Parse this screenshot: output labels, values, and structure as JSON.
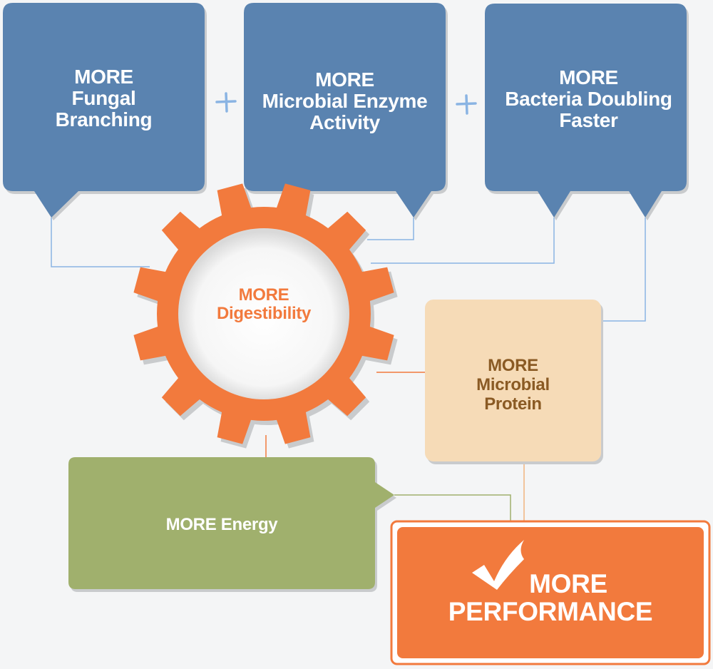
{
  "colors": {
    "background": "#f4f5f6",
    "blue_box": "#5a83b0",
    "connector_blue": "#8ab4e3",
    "plus": "#8ab4e3",
    "gear_orange": "#f27a3d",
    "gear_center": "#f7f7f7",
    "digestibility_text": "#f27a3d",
    "protein_box": "#f6dbb7",
    "protein_text": "#8a5a24",
    "energy_box": "#a0b06d",
    "performance_box": "#f27a3d",
    "shadow": "#c9cbcd"
  },
  "boxes": {
    "fungal": {
      "line1": "MORE",
      "line2": "Fungal",
      "line3": "Branching"
    },
    "enzyme": {
      "line1": "MORE",
      "line2": "Microbial Enzyme",
      "line3": "Activity"
    },
    "bacteria": {
      "line1": "MORE",
      "line2": "Bacteria Doubling",
      "line3": "Faster"
    },
    "digestibility": {
      "line1": "MORE",
      "line2": "Digestibility"
    },
    "protein": {
      "line1": "MORE",
      "line2": "Microbial",
      "line3": "Protein"
    },
    "energy": {
      "label": "MORE Energy"
    },
    "performance": {
      "line1": "MORE",
      "line2": "PERFORMANCE",
      "icon": "checkmark-icon"
    }
  },
  "operators": [
    "+",
    "+"
  ]
}
